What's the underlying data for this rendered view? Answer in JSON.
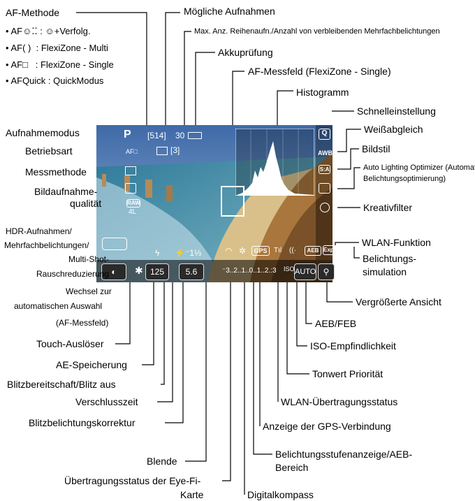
{
  "colors": {
    "sky": "#4f79b3",
    "sea": "#2f7a9a",
    "beach": "#d9c08a",
    "cliff": "#a9763d",
    "panel": "#2a2a2a",
    "line": "#000000"
  },
  "af_method": {
    "title": "AF-Methode",
    "items": [
      {
        "icon": "AF☺⁚⁚",
        "sep": ":",
        "text": "☺+Verfolg."
      },
      {
        "icon": "AF( )",
        "sep": ":",
        "text": "FlexiZone - Multi"
      },
      {
        "icon": "AF□",
        "sep": ":",
        "text": "FlexiZone - Single"
      },
      {
        "icon": "AFQuick",
        "sep": ":",
        "text": "QuickModus"
      }
    ]
  },
  "labels": {
    "moegliche_aufnahmen": "Mögliche Aufnahmen",
    "max_anz": "Max. Anz. Reihenaufn./Anzahl von verbleibenden Mehrfachbelichtungen",
    "akkupruefung": "Akkuprüfung",
    "af_messfeld": "AF-Messfeld (FlexiZone - Single)",
    "histogramm": "Histogramm",
    "schnelleinstellung": "Schnelleinstellung",
    "weissabgleich": "Weißabgleich",
    "bildstil": "Bildstil",
    "alo_1": "Auto Lighting Optimizer (Automatische",
    "alo_2": "Belichtungsoptimierung)",
    "kreativfilter": "Kreativfilter",
    "wlan_funktion": "WLAN-Funktion",
    "belichtungssim_1": "Belichtungs-",
    "belichtungssim_2": "simulation",
    "vergroesserte": "Vergrößerte Ansicht",
    "aeb_feb": "AEB/FEB",
    "iso": "ISO-Empfindlichkeit",
    "tonwert": "Tonwert Priorität",
    "wlan_status": "WLAN-Übertragungsstatus",
    "gps": "Anzeige der GPS-Verbindung",
    "belstufen_1": "Belichtungsstufenanzeige/AEB-",
    "belstufen_2": "Bereich",
    "digitalkompass": "Digitalkompass",
    "aufnahmemodus": "Aufnahmemodus",
    "betriebsart": "Betriebsart",
    "messmethode": "Messmethode",
    "bildaufnahme_1": "Bildaufnahme-",
    "bildaufnahme_2": "qualität",
    "hdr_1": "HDR-Aufnahmen/",
    "hdr_2": "Mehrfachbelichtungen/",
    "hdr_3": "Multi-Shot-",
    "hdr_4": "Rauschreduzierung",
    "wechsel_1": "Wechsel zur",
    "wechsel_2": "automatischen Auswahl",
    "wechsel_3": "(AF-Messfeld)",
    "touch": "Touch-Auslöser",
    "ae_speicherung": "AE-Speicherung",
    "blitzbereit": "Blitzbereitschaft/Blitz aus",
    "verschlusszeit": "Verschlusszeit",
    "blitzkorr": "Blitzbelichtungskorrektur",
    "blende": "Blende",
    "eyefi_1": "Übertragungsstatus der Eye-Fi-",
    "eyefi_2": "Karte"
  },
  "screen": {
    "mode": "P",
    "af_icon": "AF□",
    "shots": "[514]",
    "burst": "30",
    "drive_count": "[3]",
    "quick_icon": "Q",
    "wb_icon": "AWB",
    "style_icon": "S:A",
    "flash_comp": "⁻1⅓",
    "shutter": "125",
    "aperture": "5.6",
    "scale": "⁻3..2..1..0..1..2.:3",
    "iso": "AUTO",
    "gps": "GPS",
    "aeb": "AEB",
    "expsim": "Exp.SIM",
    "zoom_icon": "🔍",
    "raw": "RAW",
    "quality": "4L"
  }
}
